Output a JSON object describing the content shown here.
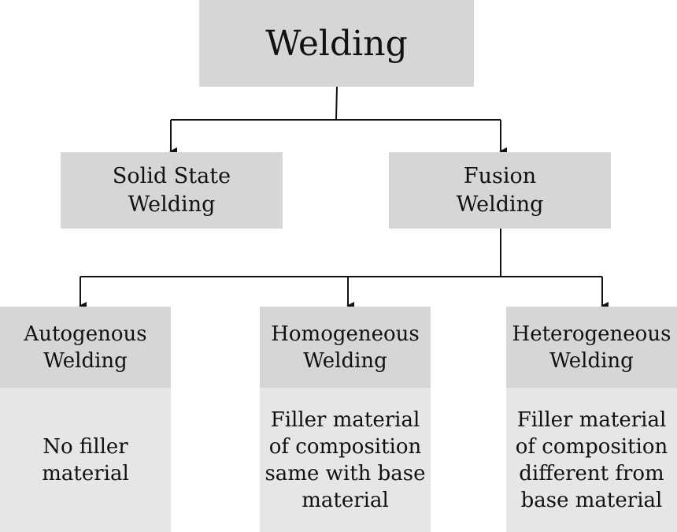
{
  "diagram": {
    "root": "Welding",
    "level2": {
      "left": "Solid State\nWelding",
      "right": "Fusion\nWelding"
    },
    "leaves": [
      {
        "title": "Autogenous\nWelding",
        "description": "No filler\nmaterial"
      },
      {
        "title": "Homogeneous\nWelding",
        "description": "Filler material\nof composition\nsame with base\nmaterial"
      },
      {
        "title": "Heterogeneous\nWelding",
        "description": "Filler material\nof composition\ndifferent from\nbase material"
      }
    ]
  },
  "colors": {
    "box": "#d6d6d6",
    "description_box": "#e6e6e6",
    "line": "#111111"
  }
}
